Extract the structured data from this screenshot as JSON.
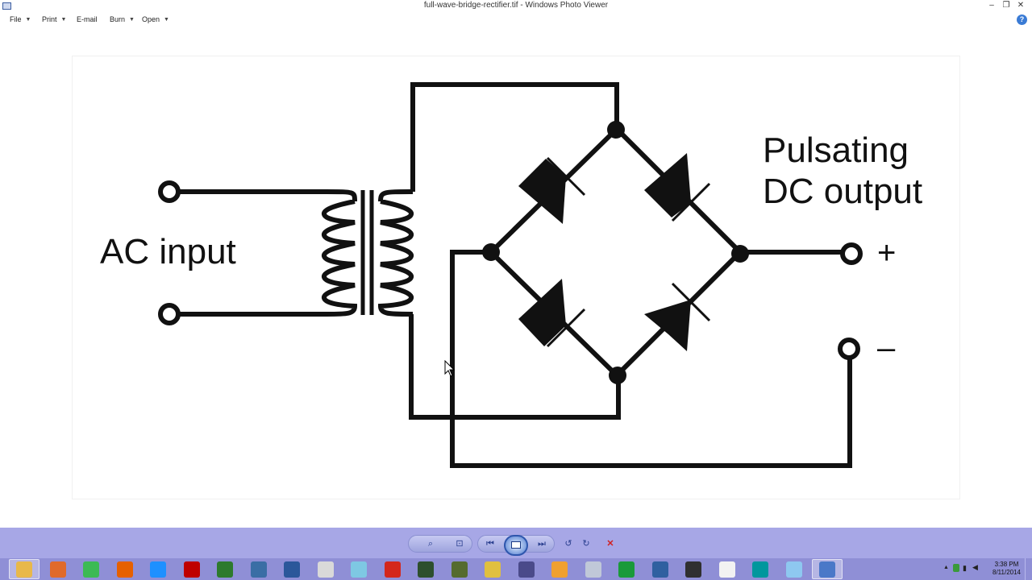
{
  "window": {
    "title": "full-wave-bridge-rectifier.tif - Windows Photo Viewer",
    "minimize": "–",
    "restore": "❐",
    "close": "✕"
  },
  "menu": {
    "items": [
      {
        "label": "File"
      },
      {
        "label": "Print"
      },
      {
        "label": "E-mail"
      },
      {
        "label": "Burn"
      },
      {
        "label": "Open"
      }
    ],
    "help": "?"
  },
  "diagram": {
    "ac_label": "AC input",
    "output_line1": "Pulsating",
    "output_line2": "DC output",
    "plus": "+",
    "minus": "–"
  },
  "controls": {
    "zoom": "⌕",
    "actual_size": "⊡",
    "previous": "⏮",
    "next": "⏭",
    "rotate_ccw": "↺",
    "rotate_cw": "↻",
    "delete": "✕"
  },
  "taskbar": {
    "time": "3:38 PM",
    "date": "8/11/2014",
    "icons": [
      {
        "name": "file-explorer-icon",
        "color": "#e8b84a"
      },
      {
        "name": "app-icon-1",
        "color": "#e06a2a"
      },
      {
        "name": "chrome-icon",
        "color": "#3cba54"
      },
      {
        "name": "firefox-icon",
        "color": "#e66000"
      },
      {
        "name": "ie-icon",
        "color": "#1e90ff"
      },
      {
        "name": "filezilla-icon",
        "color": "#bf0000"
      },
      {
        "name": "app-icon-2",
        "color": "#2d7a2d"
      },
      {
        "name": "app-icon-3",
        "color": "#3a6ea5"
      },
      {
        "name": "word-icon",
        "color": "#2b579a"
      },
      {
        "name": "notepad-icon",
        "color": "#d9d9d9"
      },
      {
        "name": "app-icon-4",
        "color": "#7ec8e3"
      },
      {
        "name": "acrobat-icon",
        "color": "#d4271b"
      },
      {
        "name": "app-icon-5",
        "color": "#2d4f2d"
      },
      {
        "name": "app-icon-6",
        "color": "#556b2f"
      },
      {
        "name": "app-icon-7",
        "color": "#e0c040"
      },
      {
        "name": "app-icon-8",
        "color": "#4a4a8a"
      },
      {
        "name": "paint-icon",
        "color": "#f0a030"
      },
      {
        "name": "calculator-icon",
        "color": "#c0c8d8"
      },
      {
        "name": "app-icon-9",
        "color": "#1a9a3a"
      },
      {
        "name": "app-icon-10",
        "color": "#3060a0"
      },
      {
        "name": "app-icon-11",
        "color": "#303030"
      },
      {
        "name": "rtty-icon",
        "color": "#f2f2f2"
      },
      {
        "name": "arduino-icon",
        "color": "#00979d"
      },
      {
        "name": "app-icon-12",
        "color": "#8ec8f0"
      },
      {
        "name": "photo-viewer-icon",
        "color": "#4a78c8"
      }
    ]
  }
}
